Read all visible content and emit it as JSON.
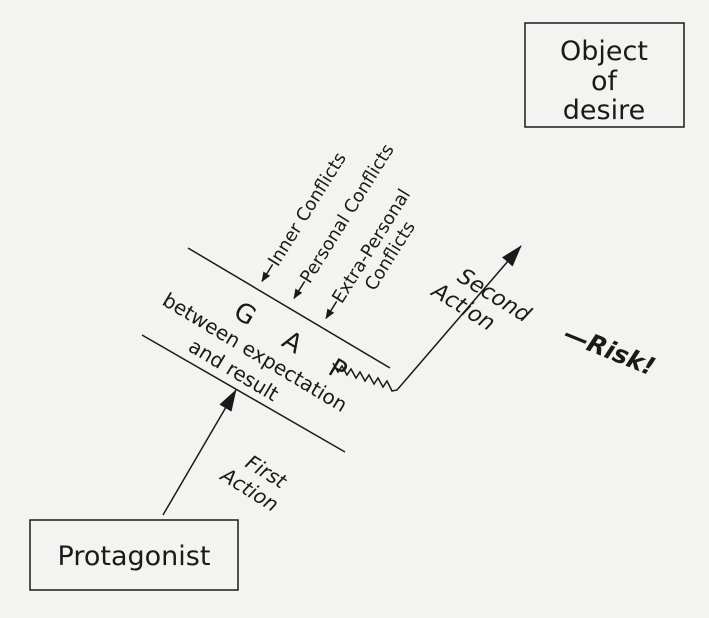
{
  "diagram": {
    "protagonist": "Protagonist",
    "object": [
      "Object",
      "of",
      "desire"
    ],
    "first_action": [
      "First",
      "Action"
    ],
    "second_action": [
      "Second",
      "Action"
    ],
    "risk": "—Risk!",
    "gap": "G A P",
    "gap_caption": [
      "between expectation",
      "and result"
    ],
    "conflicts": {
      "inner": "Inner Conflicts",
      "personal": "Personal Conflicts",
      "extra": [
        "Extra-Personal",
        "Conflicts"
      ]
    }
  }
}
